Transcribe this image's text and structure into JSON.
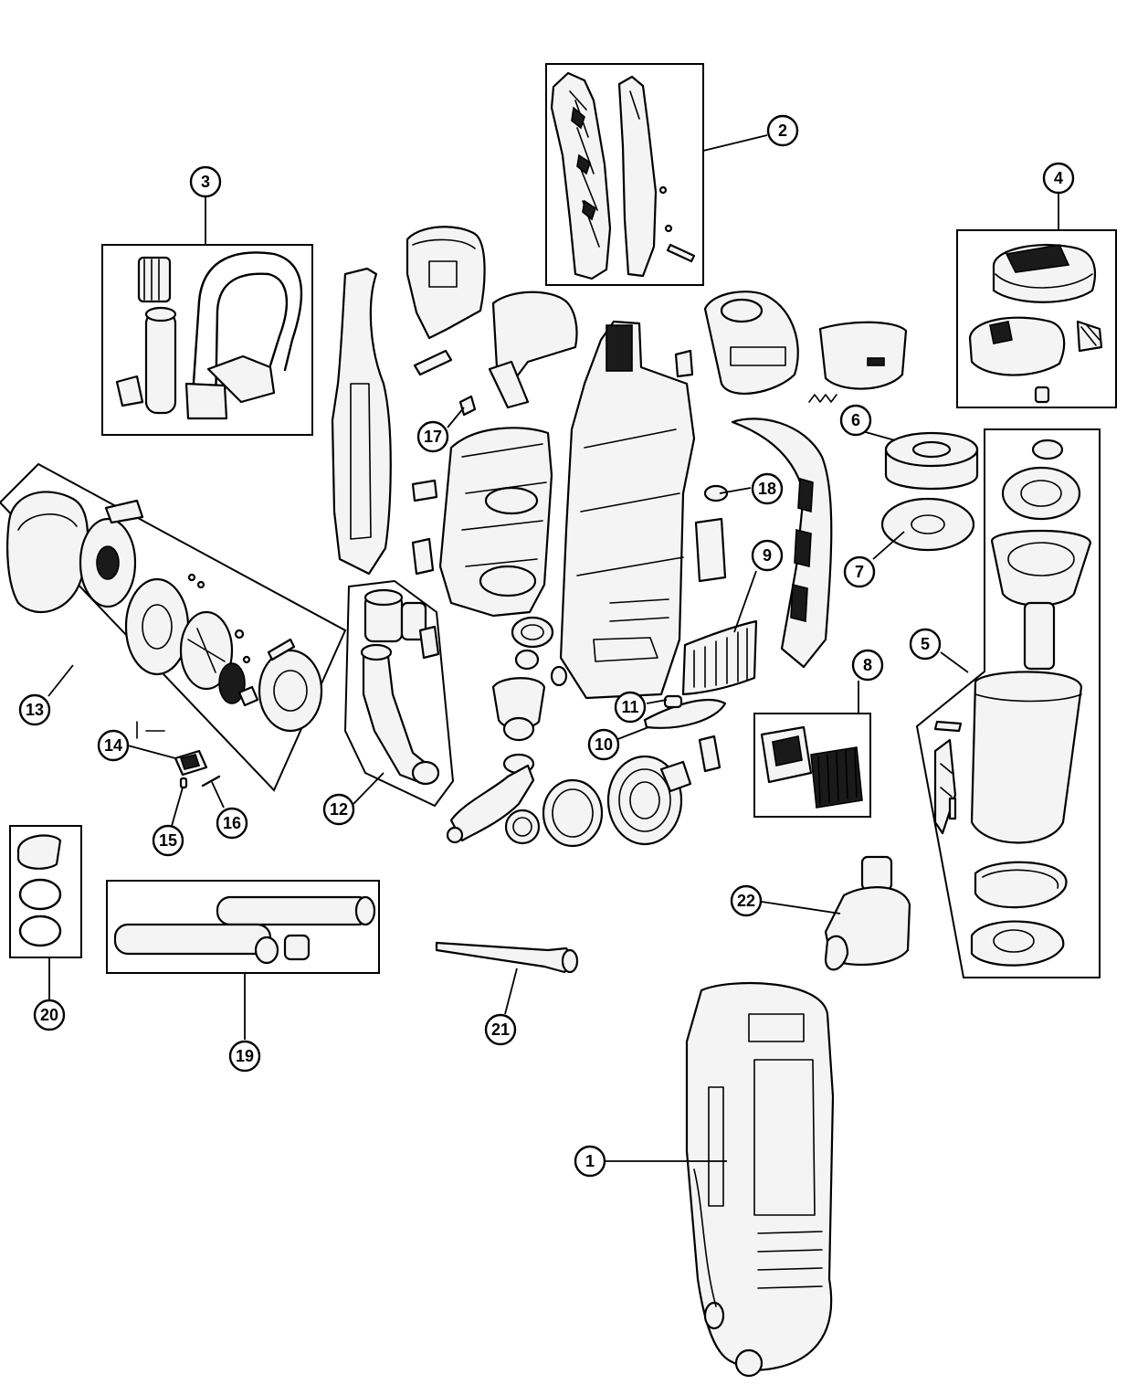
{
  "diagram": {
    "callouts": [
      {
        "num": "1"
      },
      {
        "num": "2"
      },
      {
        "num": "3"
      },
      {
        "num": "4"
      },
      {
        "num": "5"
      },
      {
        "num": "6"
      },
      {
        "num": "7"
      },
      {
        "num": "8"
      },
      {
        "num": "9"
      },
      {
        "num": "10"
      },
      {
        "num": "11"
      },
      {
        "num": "12"
      },
      {
        "num": "13"
      },
      {
        "num": "14"
      },
      {
        "num": "15"
      },
      {
        "num": "16"
      },
      {
        "num": "17"
      },
      {
        "num": "18"
      },
      {
        "num": "19"
      },
      {
        "num": "20"
      },
      {
        "num": "21"
      },
      {
        "num": "22"
      }
    ]
  }
}
